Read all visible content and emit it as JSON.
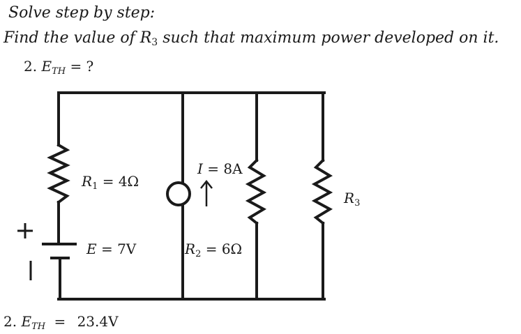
{
  "problem": {
    "line1": "Solve step by step:",
    "line2_prefix": "Find the value of ",
    "line2_var": "R",
    "line2_sub": "3",
    "line2_suffix": " such that maximum power developed on it."
  },
  "question": {
    "number": "2.",
    "var": "E",
    "sub": "TH",
    "rest": "= ?"
  },
  "answer": {
    "number": "2.",
    "var": "E",
    "sub": "TH",
    "eq": "=",
    "value": "23.4V"
  },
  "circuit": {
    "r1": {
      "sym": "R",
      "sub": "1",
      "rest": " = 4Ω"
    },
    "e": {
      "sym": "E",
      "rest": " = 7V"
    },
    "i": {
      "sym": "I",
      "rest": " = 8A"
    },
    "r2": {
      "sym": "R",
      "sub": "2",
      "rest": " = 6Ω"
    },
    "r3": {
      "sym": "R",
      "sub": "3"
    },
    "plus": "+",
    "minus": "|"
  }
}
